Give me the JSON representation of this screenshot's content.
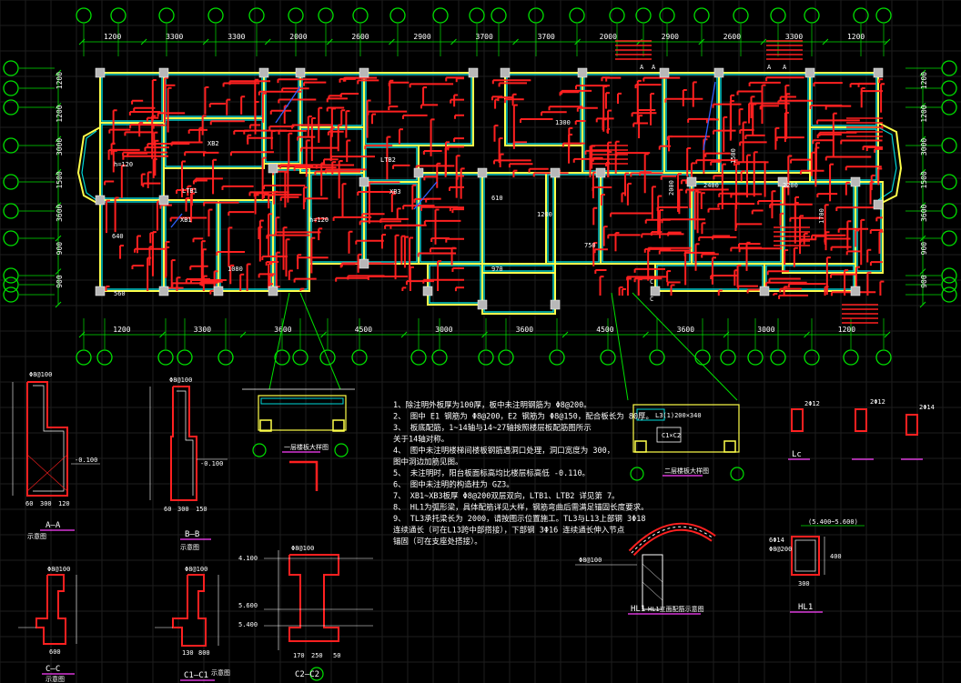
{
  "top_dims": [
    "1200",
    "3300",
    "3300",
    "2000",
    "2600",
    "2900",
    "3700",
    "3700",
    "2000",
    "2900",
    "2600",
    "3300",
    "1200"
  ],
  "bottom_dims": [
    "1200",
    "3300",
    "3600",
    "4500",
    "3000",
    "3600",
    "4500",
    "3600",
    "3000",
    "1200"
  ],
  "left_dims": [
    "1200",
    "1200",
    "3000",
    "1500",
    "3600",
    "900",
    "900"
  ],
  "right_dims": [
    "1200",
    "1200",
    "3000",
    "1500",
    "3600",
    "900",
    "900"
  ],
  "plan_labels": {
    "xb1": "XB1",
    "xb2": "XB2",
    "xb3": "XB3",
    "ltb1": "LTB1",
    "ltb2": "LTB2",
    "h120a": "h=120",
    "h120b": "h=120",
    "d1300": "1300",
    "d2000": "2000",
    "d2400": "2400",
    "d2200": "2200",
    "d1500": "1500",
    "d1700": "1700",
    "d1200": "1200",
    "d750": "750",
    "d610": "610",
    "d560": "560",
    "d640": "640",
    "d1080": "1080",
    "d970": "970",
    "c1": "C",
    "c2": "C",
    "a1": "A",
    "a2": "A",
    "a3": "A",
    "a4": "A"
  },
  "notes": [
    "1、除注明外板厚为100厚，板中未注明钢筋为 Φ8@200。",
    "2、 图中 E1  钢筋为 Φ8@200，E2 钢筋为 Φ8@150，配合板长为 80厚。",
    "3、 板底配筋，1~14轴与14~27轴按照楼层板配筋图所示",
    "    关于14轴对称。",
    "4、 图中未注明楼梯间楼板钢筋遇洞口处理，洞口宽度为 300，",
    "    图中洞边加筋见图。",
    "5、 未注明时，阳台板面标高均比楼层标高低 -0.110。",
    "6、 图中未注明的构造柱为 GZ3。",
    "7、 XB1~XB3板厚 Φ8@200双层双向，LTB1、LTB2 详见第 7。",
    "8、 HL1为弧形梁，具体配筋详见大样，钢筋弯曲后需满足锚固长度要求。",
    "9、 TL3承托梁长为 2000，请按图示位置施工。TL3与L13上部钢 3Φ18",
    "    连续通长（可在L13跨中部搭接），下部钢 3Φ16 连续通长伸入节点",
    "    锚固（可在支座处搭接）。"
  ],
  "sections": {
    "aa": {
      "title": "A—A",
      "sub": "示意图",
      "dims": [
        "60",
        "300",
        "120"
      ],
      "elev": "-0.100",
      "rebar": "Φ8@100"
    },
    "bb": {
      "title": "B—B",
      "sub": "示意图",
      "dims": [
        "60",
        "300",
        "150"
      ],
      "elev": "-0.100",
      "rebar": "Φ8@100"
    },
    "cc": {
      "title": "C—C",
      "sub": "示意图",
      "dims": [
        "600"
      ],
      "rebar": "Φ8@100"
    },
    "c1c1": {
      "title": "C1—C1",
      "sub": "示意图",
      "dims": [
        "130",
        "800"
      ],
      "rebar": "Φ8@100"
    },
    "c2c2": {
      "title": "C2—C2",
      "dims": [
        "170",
        "250",
        "50"
      ],
      "elevs": [
        "4.100",
        "5.600",
        "5.400"
      ],
      "rebar": "Φ8@100"
    },
    "dd": {
      "title": "HL1立面配筋示意图",
      "label": "HL1",
      "rebar": "Φ8@100"
    },
    "hl1": {
      "title": "HL1",
      "dims": [
        "300",
        "400"
      ],
      "elev": "(5.400~5.600)",
      "rebar1": "6Φ14",
      "rebar2": "Φ8@200"
    },
    "lc": {
      "title": "Lc",
      "rebar": "2Φ12"
    },
    "det1": {
      "title": "一层楼板大样图"
    },
    "det2": {
      "title": "二层楼板大样图",
      "label1": "L3(1)200×340",
      "label2": "C1×C2"
    },
    "col": {
      "r1": "2Φ12",
      "r2": "2Φ12",
      "r3": "2Φ14"
    }
  },
  "colors": {
    "bg": "#000000",
    "grid": "#1e1e1e",
    "axis": "#00e000",
    "wall": "#ffff4a",
    "beam": "#00d8d8",
    "rebar": "#ff2020",
    "white": "#ffffff",
    "magenta": "#ff40ff",
    "blue": "#3060ff"
  }
}
